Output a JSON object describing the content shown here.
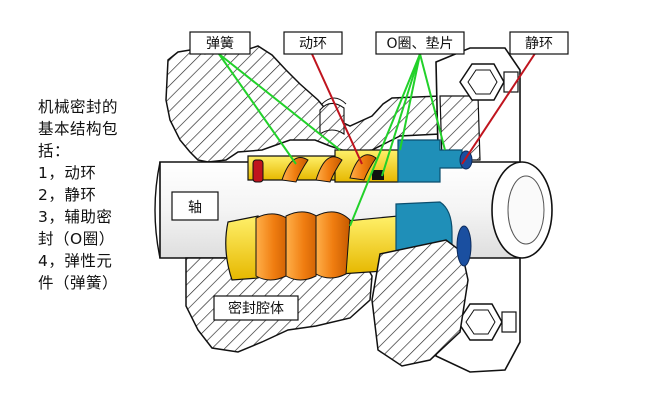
{
  "labels": {
    "spring": "弹簧",
    "rotating_ring": "动环",
    "oring_gasket": "O圈、垫片",
    "stationary_ring": "静环",
    "shaft": "轴",
    "seal_cavity": "密封腔体"
  },
  "description": {
    "lines": [
      "机械密封的",
      "基本结构包",
      "括：",
      "1，动环",
      "2，静环",
      "3，辅助密",
      "封（O圈）",
      "4，弹性元",
      "件（弹簧）"
    ]
  },
  "colors": {
    "spring": "#f28c1e",
    "rotating_ring": "#f5d21a",
    "stationary_ring": "#1f8fb8",
    "oring": "#1a4fa0",
    "leader_green": "#22d12a",
    "leader_red": "#c0141e",
    "hatch": "#222222"
  }
}
